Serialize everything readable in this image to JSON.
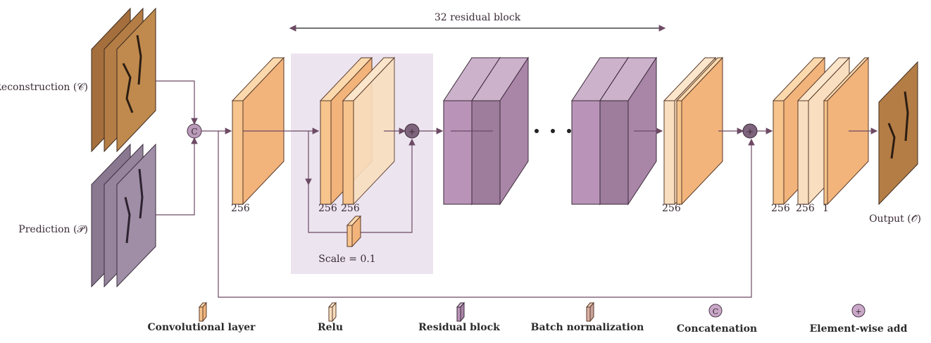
{
  "header": {
    "span_label": "32 residual block"
  },
  "inputs": {
    "reconstruction_label": "Reconstruction (𝒞)",
    "prediction_label": "Prediction (𝒫)"
  },
  "output": {
    "label": "Output (𝒪̂)"
  },
  "channel_labels": {
    "conv1": "256",
    "res_a": "256",
    "res_b": "256",
    "pre_add": "256",
    "out_a": "256",
    "out_b": "256",
    "out_c": "1"
  },
  "scale_label": "Scale = 0.1",
  "operators": {
    "concat_symbol": "C",
    "add_symbol": "+"
  },
  "legend": {
    "conv": "Convolutional layer",
    "relu": "Relu",
    "residual": "Residual block",
    "batchnorm": "Batch normalization",
    "concat": "Concatenation",
    "add": "Element-wise add"
  },
  "colors": {
    "conv": "#f6c48c",
    "conv_light": "#f9dfbf",
    "residual": "#b994b8",
    "residual_bg": "#ece4ef",
    "operator": "#b99bb9",
    "line": "#6d4a64"
  }
}
